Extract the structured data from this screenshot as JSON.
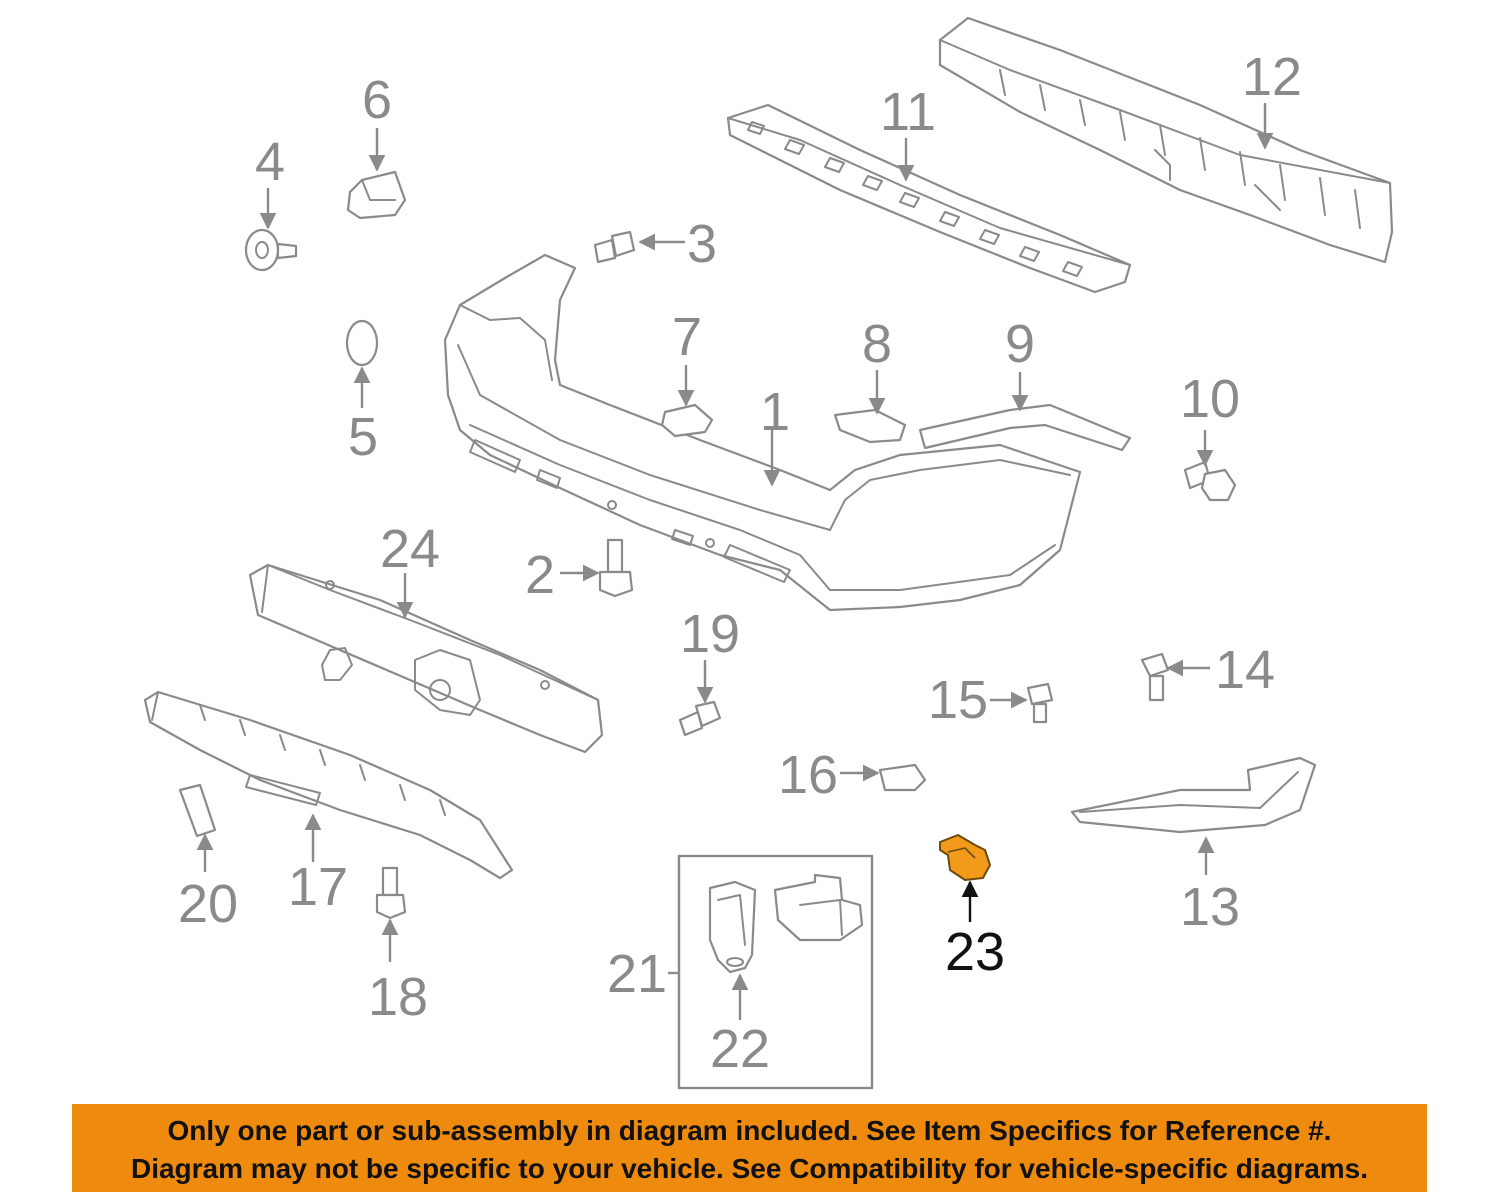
{
  "diagram": {
    "highlight_color": "#f29a1a",
    "line_color": "#8a8a8a",
    "callouts": [
      "1",
      "2",
      "3",
      "4",
      "5",
      "6",
      "7",
      "8",
      "9",
      "10",
      "11",
      "12",
      "13",
      "14",
      "15",
      "16",
      "17",
      "18",
      "19",
      "20",
      "21",
      "22",
      "23",
      "24"
    ],
    "highlighted_callout": "23"
  },
  "banner": {
    "background": "#ee8a0d",
    "line1": "Only one part or sub-assembly in diagram included. See Item Specifics for Reference #.",
    "line2": "Diagram may not be specific to your vehicle. See Compatibility for vehicle-specific diagrams."
  }
}
